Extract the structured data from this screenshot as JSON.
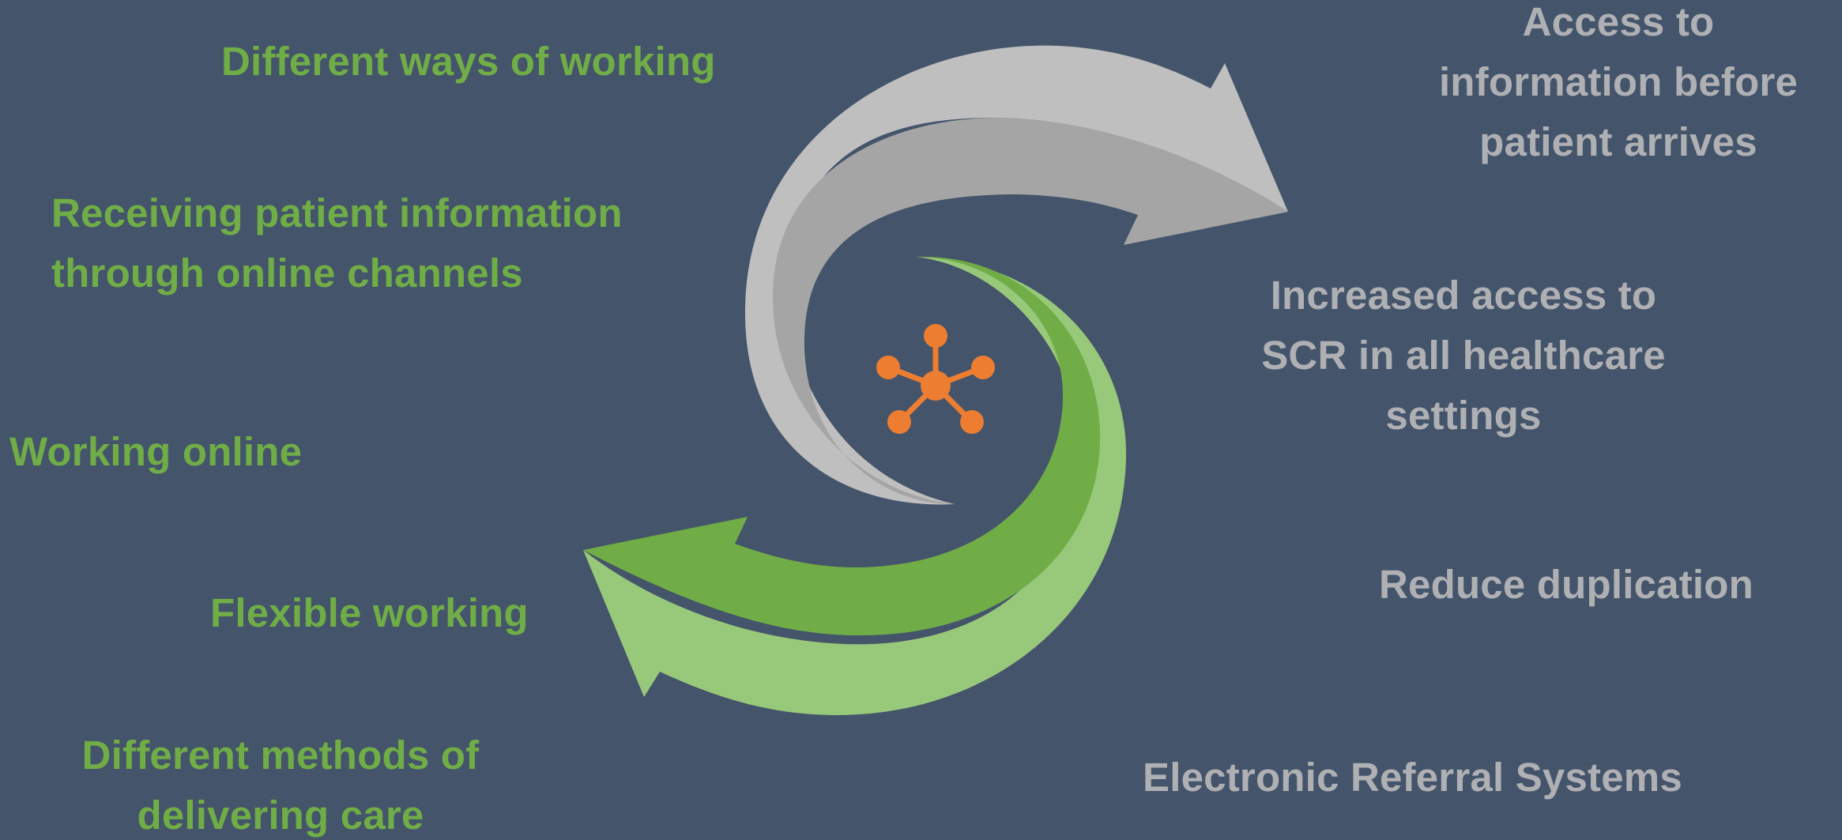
{
  "colors": {
    "background": "#44546a",
    "green_text": "#70ad47",
    "grey_text": "#afb0b4",
    "grey_arrow_light": "#bfbfbf",
    "grey_arrow_dark": "#a5a5a5",
    "green_arrow_dark": "#70ad47",
    "green_arrow_light": "#98c87a",
    "hub_icon": "#ed7d31"
  },
  "left_items": [
    "Different ways of working",
    "Receiving patient information\nthrough online channels",
    "Working online",
    "Flexible working",
    "Different methods of\ndelivering care"
  ],
  "right_items": [
    "Access to\ninformation before\npatient arrives",
    "Increased access to\nSCR in all healthcare\nsettings",
    "Reduce duplication",
    "Electronic Referral Systems"
  ],
  "center_icon": "network-hub-icon"
}
